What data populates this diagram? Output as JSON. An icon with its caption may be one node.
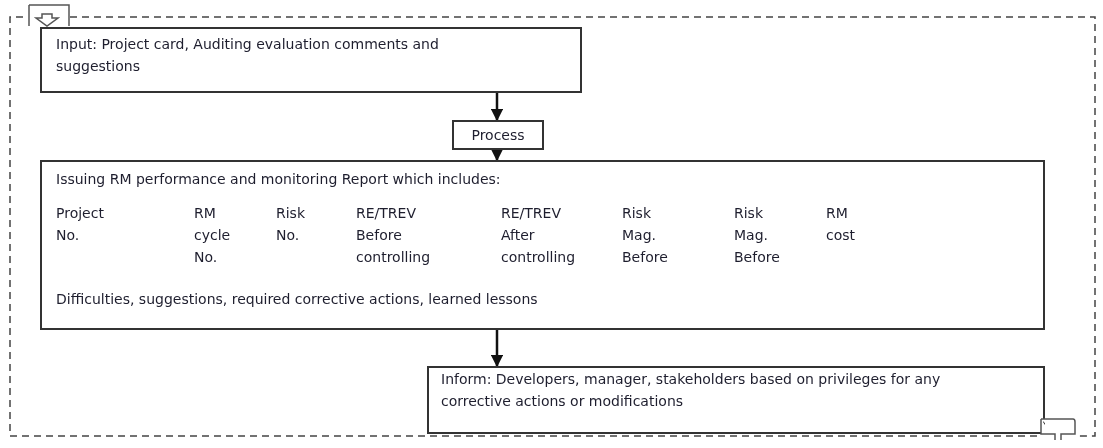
{
  "diagram": {
    "nodes": [
      {
        "text": [
          "Input: Project card, Auditing evaluation comments and suggestions"
        ]
      },
      {
        "text": [
          "Process"
        ]
      },
      {
        "text": [
          "Issuing RM performance and monitoring Report which includes:",
          "Project No.",
          "RM cycle No.",
          "Risk No.",
          "RE/TREV Before controlling",
          "RE/TREV After controlling",
          "Risk Mag. Before",
          "Risk Mag. Before",
          "RM cost",
          "Difficulties, suggestions, required corrective actions, learned lessons"
        ]
      },
      {
        "text": [
          "Inform: Developers, manager, stakeholders based on privileges for any corrective actions or modifications"
        ]
      },
      {
        "text": [],
        "shape": "box"
      },
      {
        "text": [],
        "shape": "box"
      }
    ],
    "edges": [
      {
        "from": 0,
        "to": 1,
        "arrow": "to"
      },
      {
        "from": 1,
        "to": 2,
        "arrow": "to"
      },
      {
        "from": 2,
        "to": 3,
        "arrow": "to"
      },
      {
        "from": 5,
        "to": 4,
        "arrow": "none",
        "style": "dashed"
      },
      {
        "from": 4,
        "to": 5,
        "arrow": "none",
        "style": "dashed"
      }
    ]
  }
}
